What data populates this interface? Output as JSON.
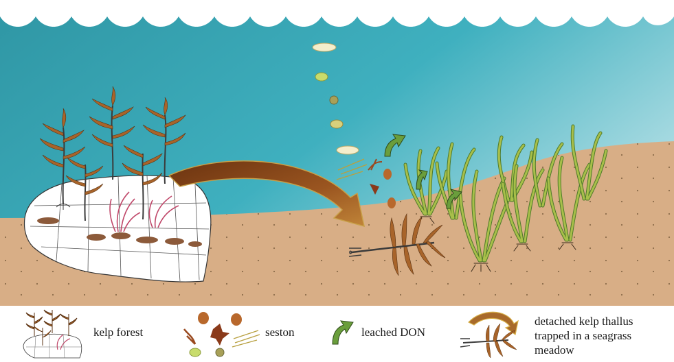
{
  "colors": {
    "water_top": "#3aaab8",
    "water_deep": "#2d8f9d",
    "water_light": "#a9d9df",
    "sediment": "#d8ae86",
    "sediment_dot": "#8a6a4a",
    "kelp": "#a8642a",
    "kelp_stipe": "#3b3b3b",
    "seagrass": "#9ab03c",
    "seagrass_dark": "#4e7a2a",
    "don_arrow": "#6a9e3c",
    "transport_arrow": "#8b4a1c",
    "coralline": "#c0486a",
    "rock": "#ffffff"
  },
  "icons": {
    "kelp_forest": "kelp-forest-icon",
    "seston": "seston-icon",
    "leached_don": "leached-don-arrow-icon",
    "detached_kelp": "detached-kelp-icon"
  },
  "legend": {
    "kelp_forest": "kelp forest",
    "seston": "seston",
    "leached_don": "leached DON",
    "detached_kelp_1": "detached kelp thallus",
    "detached_kelp_2": "trapped in a seagrass",
    "detached_kelp_3": "meadow"
  }
}
